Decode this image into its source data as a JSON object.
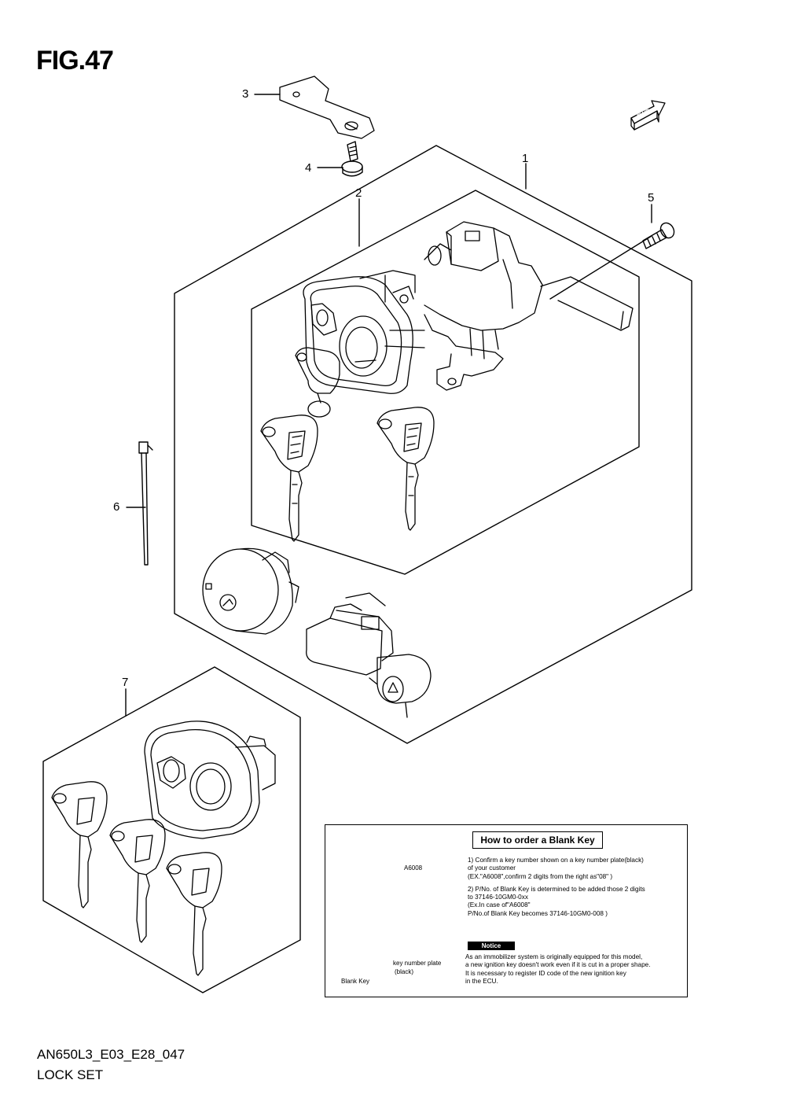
{
  "figure": {
    "title": "FIG.47"
  },
  "footer": {
    "code": "AN650L3_E03_E28_047",
    "name": "LOCK SET"
  },
  "direction": {
    "label": "FWD"
  },
  "callouts": [
    "1",
    "2",
    "3",
    "4",
    "5",
    "6",
    "7"
  ],
  "notice": {
    "title": "How to order a Blank Key",
    "plate_code": "A6008",
    "steps": [
      "1) Confirm a key number shown on a key number plate(black)",
      "   of your customer",
      "   (EX.\"A6008\",confirm 2 digits from the right as\"08\" )",
      "2) P/No. of Blank Key is determined to be added those 2 digits",
      "   to 37146-10GM0-0xx",
      "   (Ex.In case of\"A6008\"",
      "   P/No.of Blank Key becomes 37146-10GM0-008 )"
    ],
    "badge": "Notice",
    "warning": [
      "As an immobilizer system is originally equipped for this model,",
      "a new ignition key doesn't work even if it is cut in a proper shape.",
      "It is necessary to register ID code of the new ignition key",
      "in the ECU."
    ],
    "label_blank_key": "Blank Key",
    "label_plate": "key number plate",
    "label_plate_color": "(black)"
  }
}
